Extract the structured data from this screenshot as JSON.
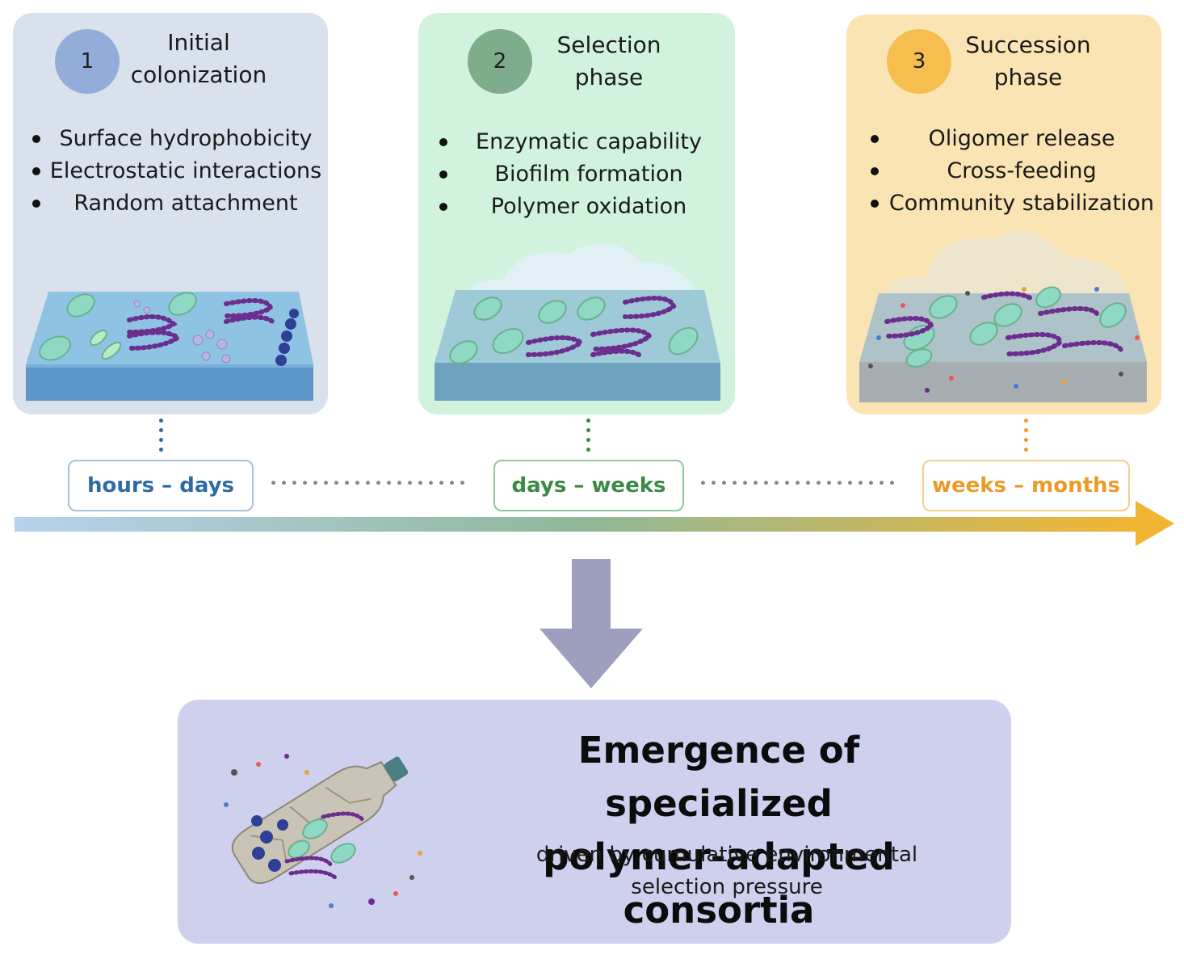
{
  "phases": [
    {
      "number": "1",
      "title_line1": "Initial",
      "title_line2": "colonization",
      "bullets": [
        "Surface hydrophobicity",
        "Electrostatic interactions",
        "Random attachment"
      ],
      "timeframe": "hours – days",
      "panel_color": "#d8e1ec",
      "badge_color": "#92add9",
      "accent_color": "#2e6aa8"
    },
    {
      "number": "2",
      "title_line1": "Selection",
      "title_line2": "phase",
      "bullets": [
        "Enzymatic capability",
        "Biofilm formation",
        "Polymer oxidation"
      ],
      "timeframe": "days – weeks",
      "panel_color": "#d1f2dd",
      "badge_color": "#7fac8a",
      "accent_color": "#3a8a45"
    },
    {
      "number": "3",
      "title_line1": "Succession",
      "title_line2": "phase",
      "bullets": [
        "Oligomer release",
        "Cross-feeding",
        "Community stabilization"
      ],
      "timeframe": "weeks – months",
      "panel_color": "#fbe4b3",
      "badge_color": "#f5be4f",
      "accent_color": "#ec9a27"
    }
  ],
  "result": {
    "title_line1": "Emergence of specialized",
    "title_line2": "polymer-adapted consortia",
    "subtitle_line1": "driven by cumulative environmental",
    "subtitle_line2": "selection pressure",
    "box_color": "#cfd0ee"
  },
  "icons": {
    "timeline": "gradient-timeline-arrow",
    "transition": "down-arrow-icon",
    "bottle": "degraded-plastic-bottle-icon"
  }
}
